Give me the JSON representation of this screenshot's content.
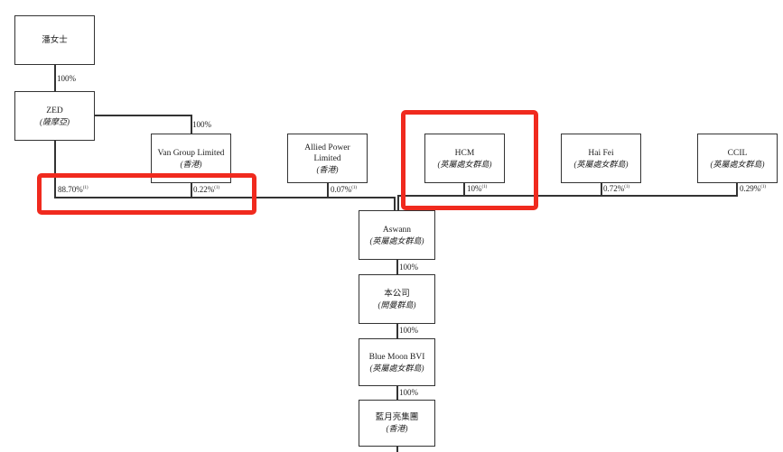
{
  "nodes": {
    "pan": {
      "name": "潘女士"
    },
    "zed": {
      "name": "ZED",
      "jurisdiction": "(薩摩亞)"
    },
    "van": {
      "name": "Van Group Limited",
      "jurisdiction": "(香港)"
    },
    "allied": {
      "name": "Allied Power Limited",
      "jurisdiction": "(香港)"
    },
    "hcm": {
      "name": "HCM",
      "jurisdiction": "(英屬處女群島)"
    },
    "haifei": {
      "name": "Hai Fei",
      "jurisdiction": "(英屬處女群島)"
    },
    "ccil": {
      "name": "CCIL",
      "jurisdiction": "(英屬處女群島)"
    },
    "aswann": {
      "name": "Aswann",
      "jurisdiction": "(英屬處女群島)"
    },
    "company": {
      "name": "本公司",
      "jurisdiction": "(開曼群島)"
    },
    "bluemoon": {
      "name": "Blue Moon BVI",
      "jurisdiction": "(英屬處女群島)"
    },
    "group": {
      "name": "藍月亮集團",
      "jurisdiction": "(香港)"
    }
  },
  "edges": {
    "pan_zed": "100%",
    "zed_van": "100%",
    "zed_aswann": "88.70%",
    "van_aswann": "0.22%",
    "allied_aswann": "0.07%",
    "hcm_aswann": "10%",
    "haifei_aswann": "0.72%",
    "ccil_aswann": "0.29%",
    "aswann_company": "100%",
    "company_bluemoon": "100%",
    "bluemoon_group": "100%",
    "note_marker": "(1)"
  },
  "highlight_color": "#f02a1e"
}
